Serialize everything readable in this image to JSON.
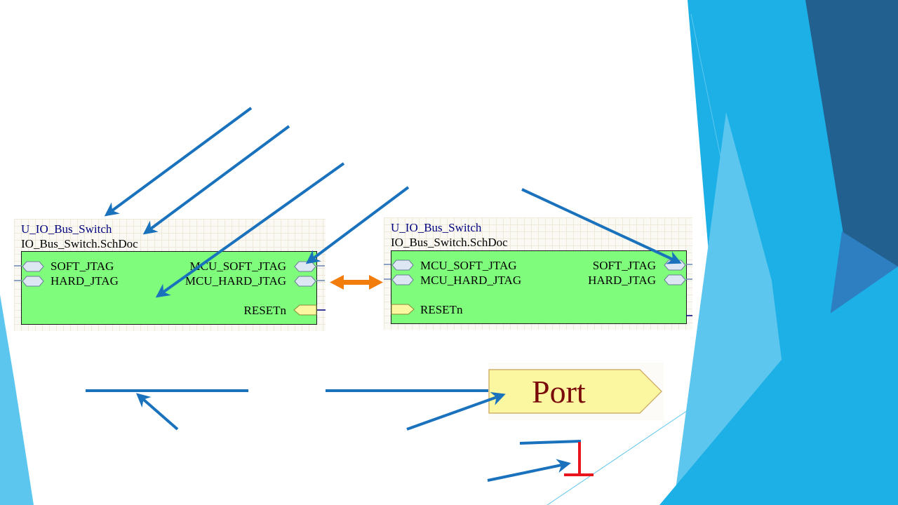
{
  "colors": {
    "arrow_blue": "#1a72bd",
    "block_green": "#80fc7c",
    "designator_blue": "#00007f",
    "double_arrow_orange": "#f27d0c",
    "port_yellow": "#faf7a0",
    "port_text": "#7a0a0a",
    "power_port_red": "#e8141e"
  },
  "sheet_symbols": [
    {
      "designator": "U_IO_Bus_Switch",
      "filename": "IO_Bus_Switch.SchDoc",
      "left_entries": [
        "SOFT_JTAG",
        "HARD_JTAG"
      ],
      "right_entries": [
        "MCU_SOFT_JTAG",
        "MCU_HARD_JTAG",
        "RESETn"
      ]
    },
    {
      "designator": "U_IO_Bus_Switch",
      "filename": "IO_Bus_Switch.SchDoc",
      "left_entries": [
        "MCU_SOFT_JTAG",
        "MCU_HARD_JTAG",
        "RESETn"
      ],
      "right_entries": [
        "SOFT_JTAG",
        "HARD_JTAG"
      ]
    }
  ],
  "port": {
    "label": "Port"
  },
  "icons": [
    "bidirectional-arrow-icon",
    "power-port-ground-icon",
    "annotation-arrow-icon"
  ]
}
